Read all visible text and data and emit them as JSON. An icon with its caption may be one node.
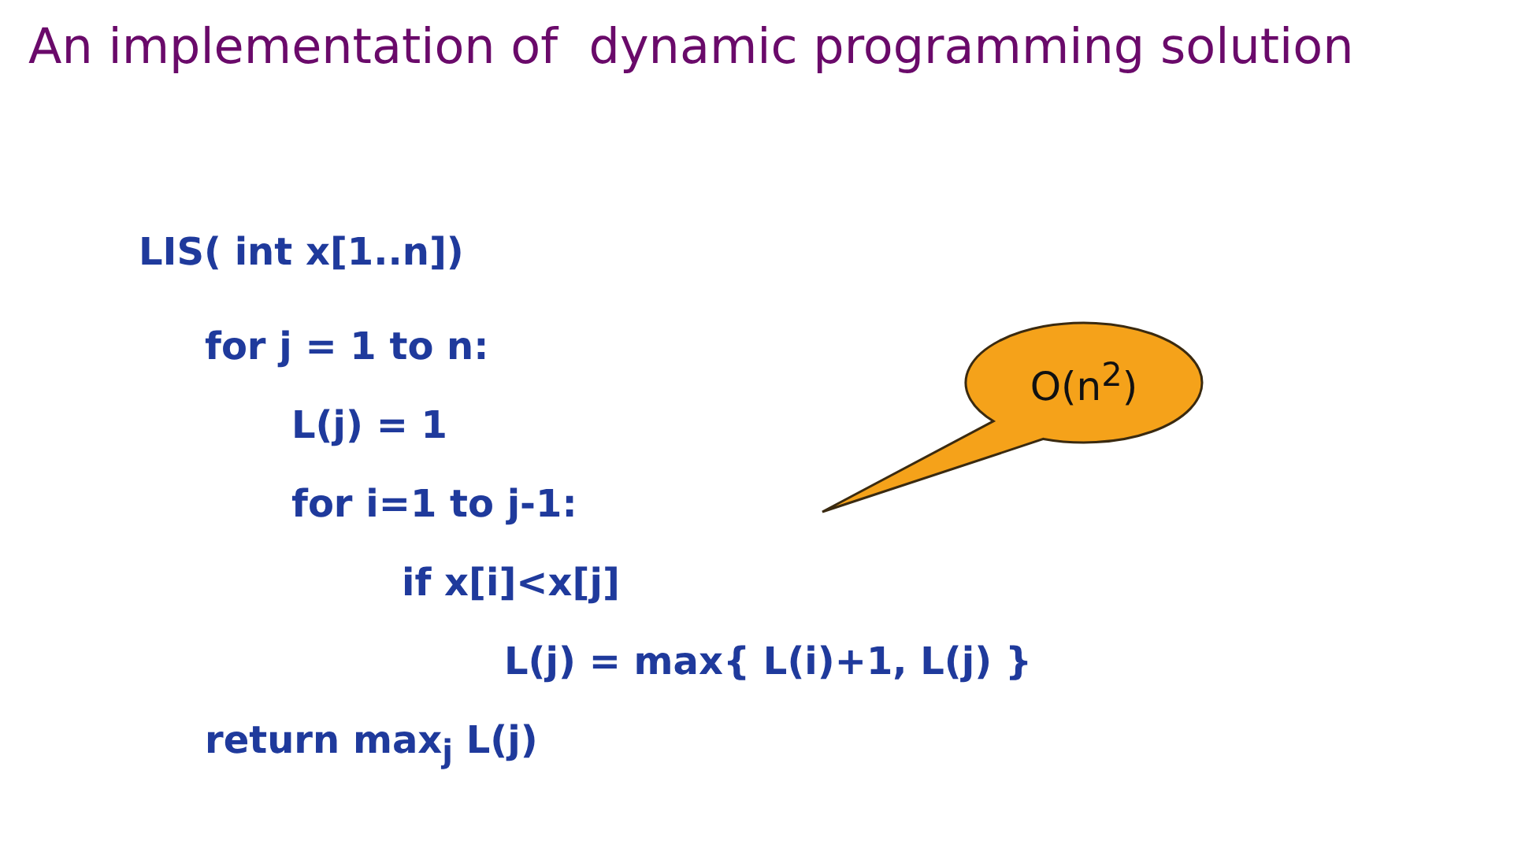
{
  "diagram": {
    "title": "An implementation of  dynamic programming solution",
    "nodes": [
      {
        "text": [
          "O(n$^{2}$)"
        ]
      }
    ],
    "labels": [
      "LIS( int x[1..n])",
      "for j = 1 to n:",
      "L(j) = 1",
      "for i=1 to j-1:",
      "if x[i]<x[j]",
      "L(j) = max{ L(i)+1, L(j) }",
      "return max$_{j}$ L(j)"
    ]
  }
}
